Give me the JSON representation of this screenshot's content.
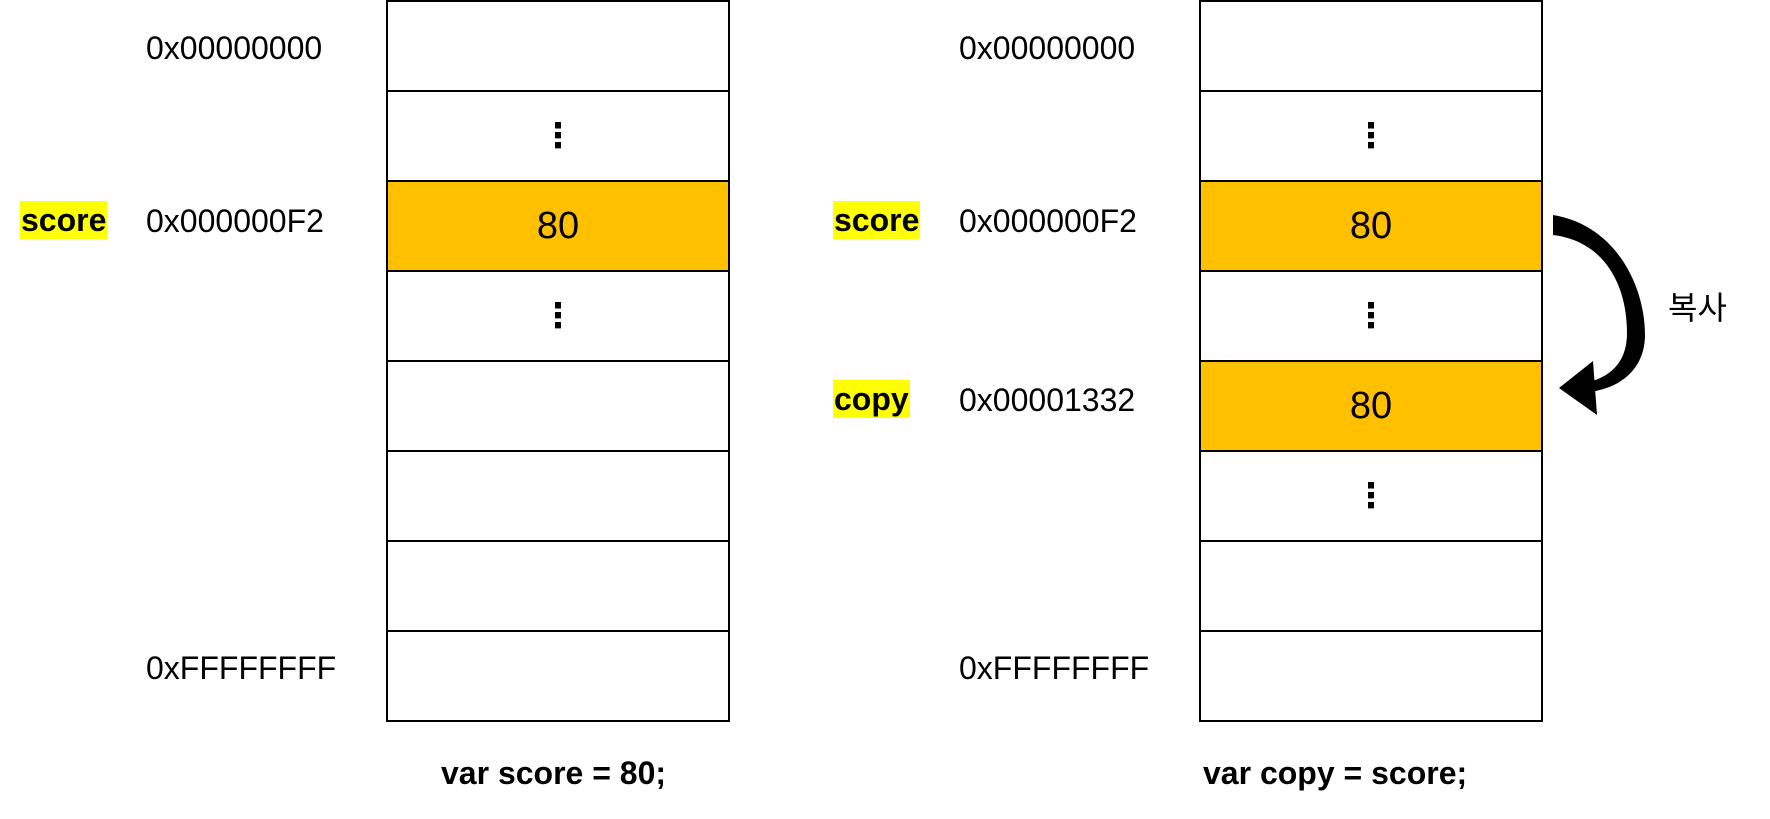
{
  "left": {
    "cells": [
      "",
      "⋮",
      "80",
      "⋮",
      "",
      "",
      "",
      ""
    ],
    "addresses": {
      "top": "0x00000000",
      "score": "0x000000F2",
      "bottom": "0xFFFFFFFF"
    },
    "var_labels": {
      "score": "score"
    },
    "code": "var score = 80;"
  },
  "right": {
    "cells": [
      "",
      "⋮",
      "80",
      "⋮",
      "80",
      "⋮",
      "",
      ""
    ],
    "addresses": {
      "top": "0x00000000",
      "score": "0x000000F2",
      "copy": "0x00001332",
      "bottom": "0xFFFFFFFF"
    },
    "var_labels": {
      "score": "score",
      "copy": "copy"
    },
    "code": "var copy = score;",
    "copy_label": "복사"
  },
  "colors": {
    "highlight": "#ffc000",
    "label_highlight": "#ffff00",
    "border": "#000000"
  },
  "icons": {
    "copy_arrow": "curved-arrow-icon"
  }
}
